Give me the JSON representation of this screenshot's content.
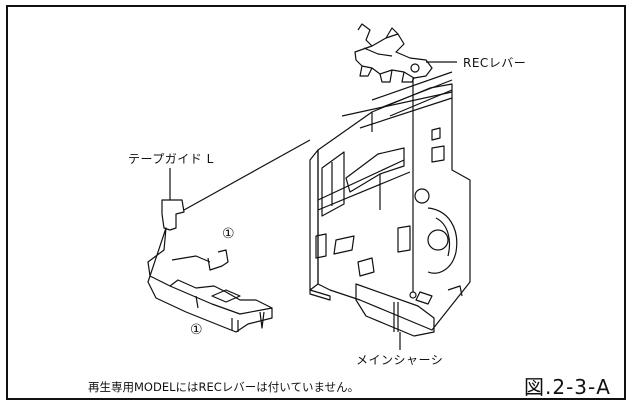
{
  "labels": {
    "rec_lever": "RECレバー",
    "tape_guide_l": "テープガイド L",
    "main_chassis": "メインシャーシ",
    "circle_1_upper": "①",
    "circle_1_lower": "①"
  },
  "caption": "再生専用MODELにはRECレバーは付いていません。",
  "figure_number": "図.2-3-A",
  "colors": {
    "line": "#111111",
    "background": "#ffffff"
  }
}
